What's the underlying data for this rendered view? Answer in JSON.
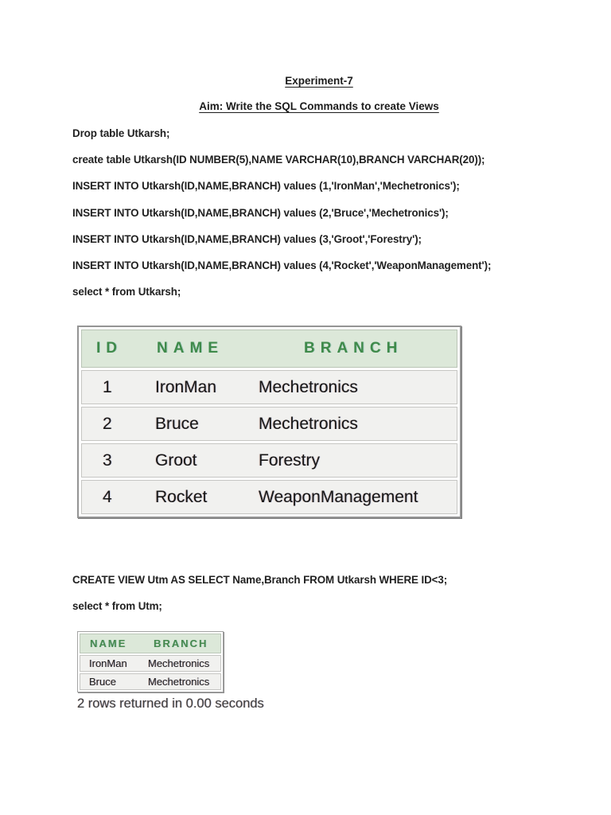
{
  "headings": {
    "title": "Experiment-7",
    "aim": "Aim: Write the SQL Commands to create Views"
  },
  "sql_block_1": {
    "lines": [
      "Drop table Utkarsh;",
      "create table Utkarsh(ID NUMBER(5),NAME VARCHAR(10),BRANCH VARCHAR(20));",
      "INSERT INTO Utkarsh(ID,NAME,BRANCH) values (1,'IronMan','Mechetronics');",
      "INSERT INTO Utkarsh(ID,NAME,BRANCH) values (2,'Bruce','Mechetronics');",
      "INSERT INTO Utkarsh(ID,NAME,BRANCH) values (3,'Groot','Forestry');",
      "INSERT INTO Utkarsh(ID,NAME,BRANCH) values (4,'Rocket','WeaponManagement');",
      "select * from Utkarsh;"
    ]
  },
  "result_table_1": {
    "columns": [
      "ID",
      "NAME",
      "BRANCH"
    ],
    "rows": [
      [
        "1",
        "IronMan",
        "Mechetronics"
      ],
      [
        "2",
        "Bruce",
        "Mechetronics"
      ],
      [
        "3",
        "Groot",
        "Forestry"
      ],
      [
        "4",
        "Rocket",
        "WeaponManagement"
      ]
    ]
  },
  "sql_block_2": {
    "lines": [
      "CREATE VIEW Utm AS SELECT Name,Branch FROM Utkarsh WHERE ID<3;",
      "select * from Utm;"
    ]
  },
  "result_table_2": {
    "columns": [
      "NAME",
      "BRANCH"
    ],
    "rows": [
      [
        "IronMan",
        "Mechetronics"
      ],
      [
        "Bruce",
        "Mechetronics"
      ]
    ],
    "status": "2 rows returned in 0.00 seconds"
  },
  "colors": {
    "page_background": "#ffffff",
    "body_text": "#212121",
    "table_header_background": "#dce8d9",
    "table_header_text": "#3f8a4a",
    "table_row_background": "#f1f1ef",
    "table_border": "#949494",
    "status_text": "#3c3c3c"
  }
}
